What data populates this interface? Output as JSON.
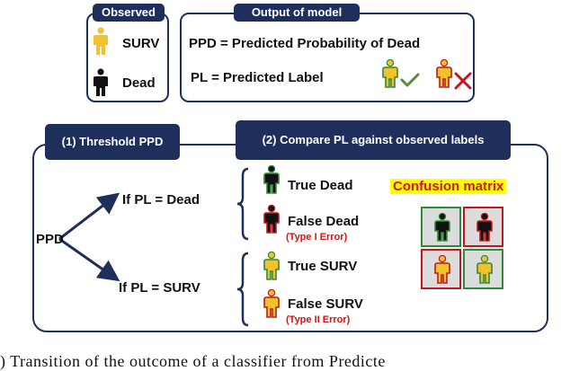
{
  "observed": {
    "header": "Observed",
    "surv_label": "SURV",
    "dead_label": "Dead"
  },
  "model_output": {
    "header": "Output of model",
    "ppd_definition": "PPD = Predicted Probability of Dead",
    "pl_definition": "PL = Predicted Label",
    "correct_icon": "check-mark-icon",
    "wrong_icon": "cross-mark-icon"
  },
  "steps": {
    "step1_header": "(1) Threshold PPD",
    "step2_header": "(2) Compare PL against observed labels"
  },
  "flow": {
    "root": "PPD",
    "branch_dead": "If PL = Dead",
    "branch_surv": "If PL = SURV"
  },
  "outcomes": {
    "true_dead": "True Dead",
    "false_dead": "False Dead",
    "type1": "(Type I Error)",
    "true_surv": "True SURV",
    "false_surv": "False SURV",
    "type2": "(Type II Error)"
  },
  "confusion": {
    "title": "Confusion matrix"
  },
  "colors": {
    "navy": "#1f2f5c",
    "surv_yellow": "#f2c12e",
    "dead_black": "#111111",
    "correct_green": "#2e8b3a",
    "wrong_red": "#c0181e",
    "highlight_yellow": "#ffff00"
  },
  "caption": ") Transition of the outcome of a classifier from Predicte"
}
